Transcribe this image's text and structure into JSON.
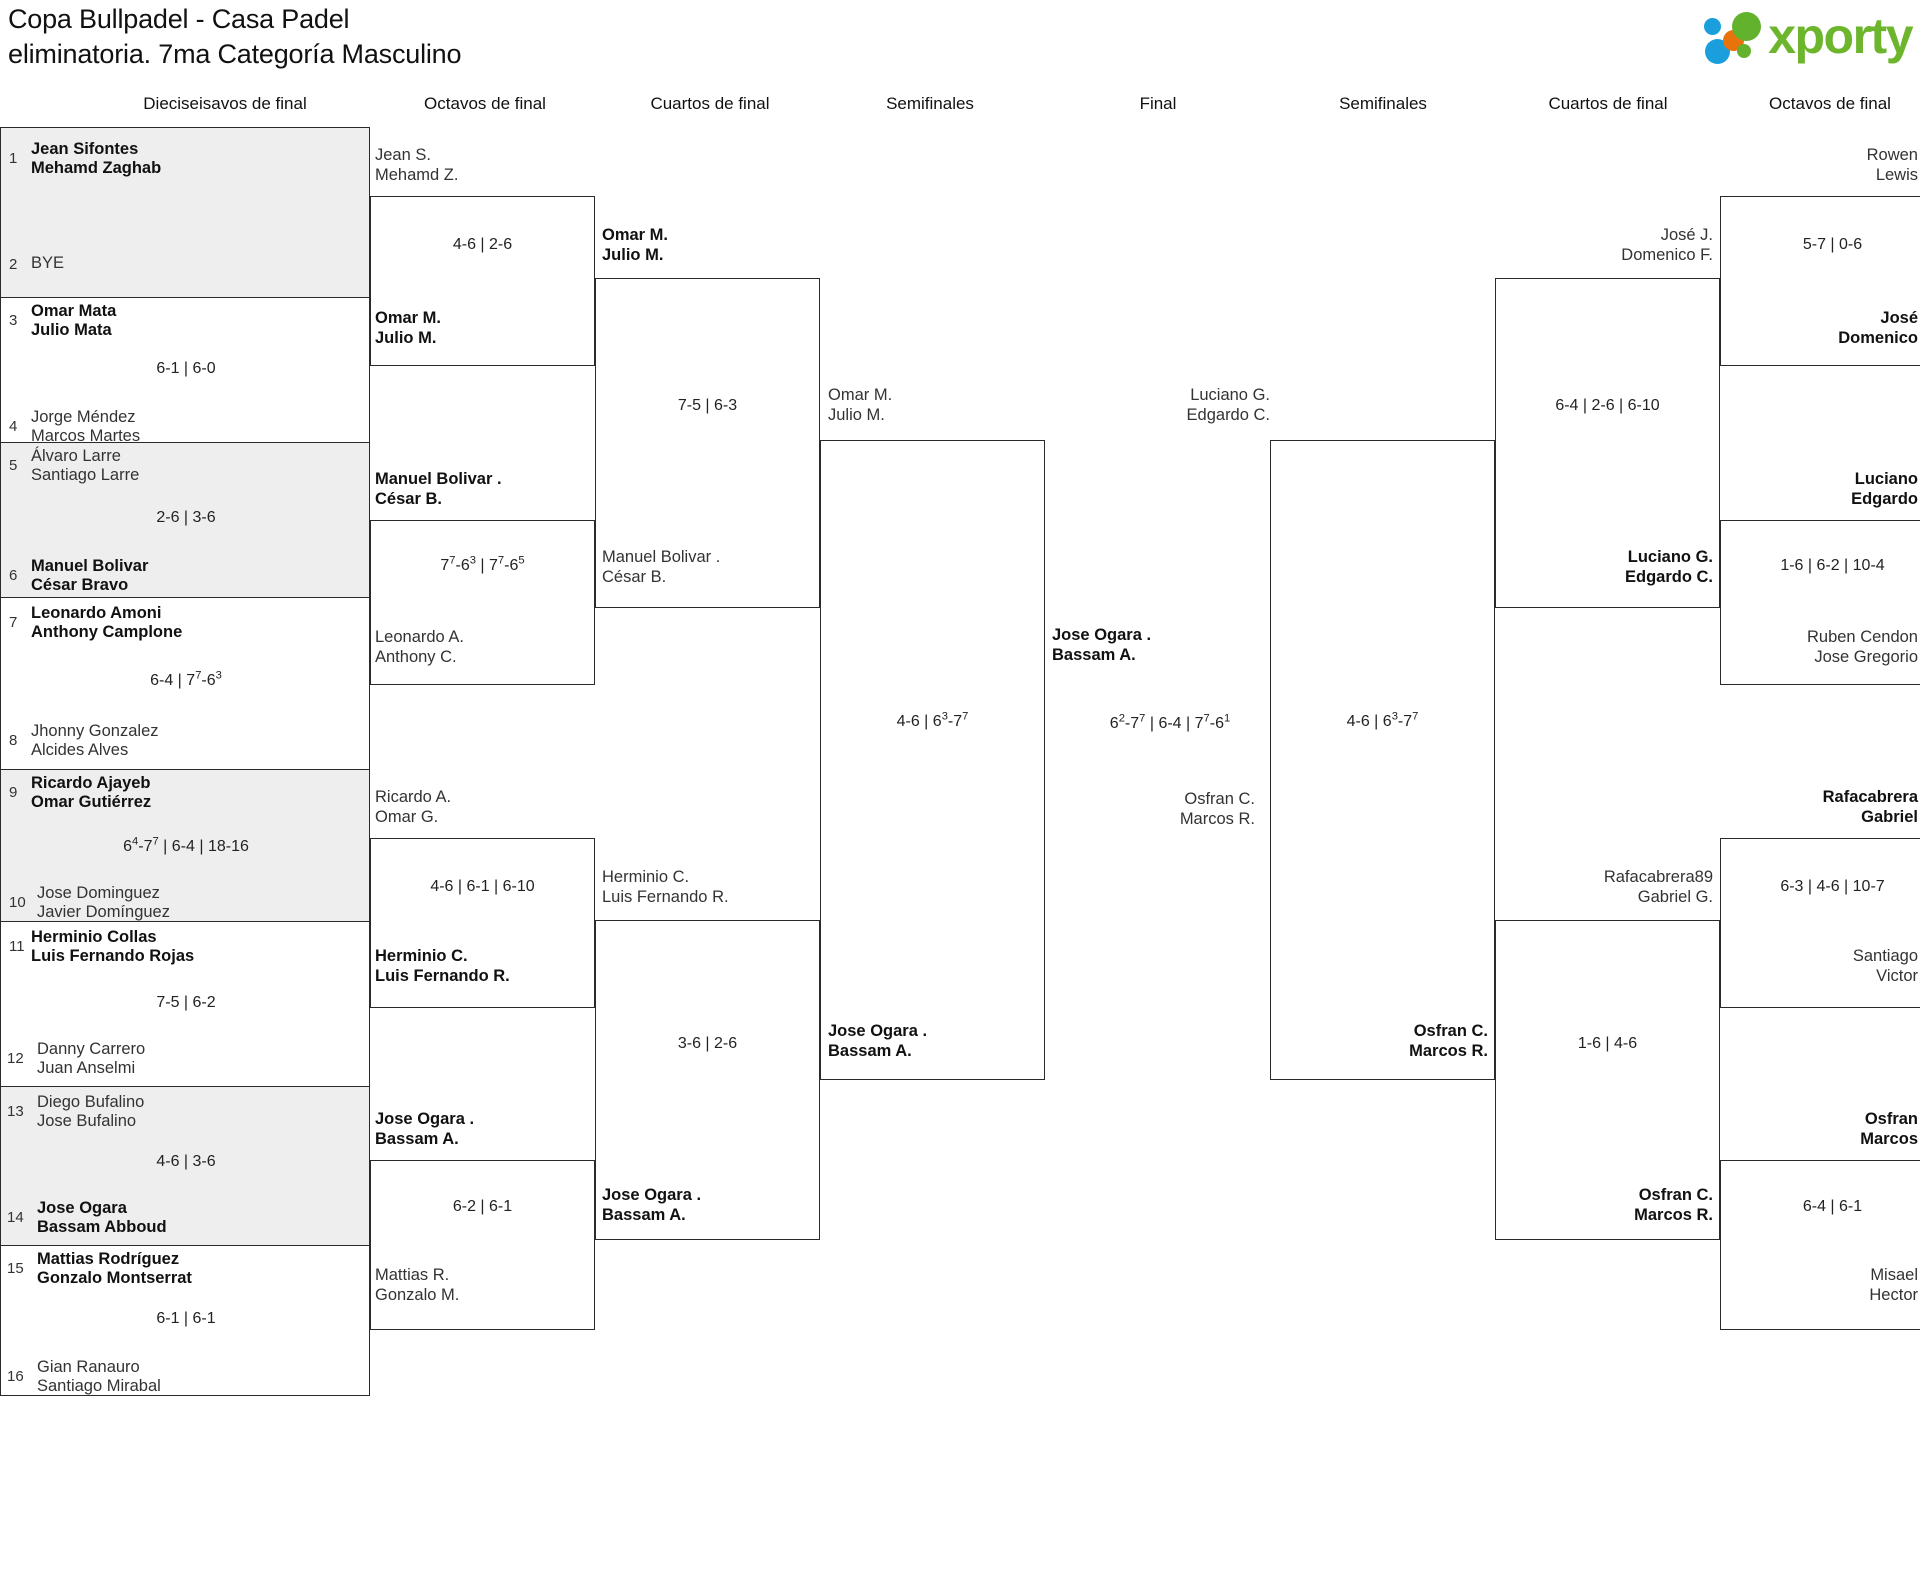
{
  "title": {
    "line1": "Copa Bullpadel - Casa Padel",
    "line2": "eliminatoria. 7ma Categoría Masculino"
  },
  "brand": {
    "name": "xporty",
    "green": "#6cb52d",
    "blue": "#1a9fdc",
    "orange": "#e8720c"
  },
  "round_headers": [
    {
      "label": "Dieciseisavos de final",
      "side": "left"
    },
    {
      "label": "Octavos de final",
      "side": "left"
    },
    {
      "label": "Cuartos de final",
      "side": "left"
    },
    {
      "label": "Semifinales",
      "side": "left"
    },
    {
      "label": "Final",
      "side": "center"
    },
    {
      "label": "Semifinales",
      "side": "right"
    },
    {
      "label": "Cuartos de final",
      "side": "right"
    },
    {
      "label": "Octavos de final",
      "side": "right"
    }
  ],
  "r16_left": [
    {
      "seed": "1",
      "p1": "Jean Sifontes",
      "p2": "Mehamd Zaghab",
      "winner": true
    },
    {
      "seed": "2",
      "p1": "BYE",
      "p2": "",
      "winner": false
    },
    {
      "seed": "3",
      "p1": "Omar Mata",
      "p2": "Julio Mata",
      "winner": true
    },
    {
      "seed": "4",
      "p1": "Jorge Méndez",
      "p2": "Marcos Martes",
      "winner": false
    },
    {
      "seed": "5",
      "p1": "Álvaro Larre",
      "p2": "Santiago Larre",
      "winner": false
    },
    {
      "seed": "6",
      "p1": "Manuel Bolivar",
      "p2": "César Bravo",
      "winner": true
    },
    {
      "seed": "7",
      "p1": "Leonardo Amoni",
      "p2": "Anthony Camplone",
      "winner": true
    },
    {
      "seed": "8",
      "p1": "Jhonny Gonzalez",
      "p2": "Alcides Alves",
      "winner": false
    },
    {
      "seed": "9",
      "p1": "Ricardo Ajayeb",
      "p2": "Omar Gutiérrez",
      "winner": true
    },
    {
      "seed": "10",
      "p1": "Jose Dominguez",
      "p2": "Javier Domínguez",
      "winner": false
    },
    {
      "seed": "11",
      "p1": "Herminio Collas",
      "p2": "Luis Fernando Rojas",
      "winner": true
    },
    {
      "seed": "12",
      "p1": "Danny Carrero",
      "p2": "Juan Anselmi",
      "winner": false
    },
    {
      "seed": "13",
      "p1": "Diego Bufalino",
      "p2": "Jose Bufalino",
      "winner": false
    },
    {
      "seed": "14",
      "p1": "Jose Ogara",
      "p2": "Bassam Abboud",
      "winner": true
    },
    {
      "seed": "15",
      "p1": "Mattias Rodríguez",
      "p2": "Gonzalo Montserrat",
      "winner": true
    },
    {
      "seed": "16",
      "p1": "Gian Ranauro",
      "p2": "Santiago Mirabal",
      "winner": false
    }
  ],
  "r16_left_scores": [
    {
      "pair": "1-2",
      "score": ""
    },
    {
      "pair": "3-4",
      "score": "6-1 | 6-0"
    },
    {
      "pair": "5-6",
      "score": "2-6 | 3-6"
    },
    {
      "pair": "7-8",
      "score": "6-4 | 7⁷-6³"
    },
    {
      "pair": "9-10",
      "score": "6⁴-7⁷ | 6-4 | 18-16"
    },
    {
      "pair": "11-12",
      "score": "7-5 | 6-2"
    },
    {
      "pair": "13-14",
      "score": "4-6 | 3-6"
    },
    {
      "pair": "15-16",
      "score": "6-1 | 6-1"
    }
  ],
  "octavos_left": [
    {
      "top_p1": "Jean S.",
      "top_p2": "Mehamd Z.",
      "top_win": false,
      "bot_p1": "Omar M.",
      "bot_p2": "Julio M.",
      "bot_win": true,
      "score": "4-6 | 2-6"
    },
    {
      "top_p1": "Manuel Bolivar .",
      "top_p2": "César B.",
      "top_win": true,
      "bot_p1": "Leonardo A.",
      "bot_p2": "Anthony C.",
      "bot_win": false,
      "score": "7⁷-6³ | 7⁷-6⁵"
    },
    {
      "top_p1": "Ricardo A.",
      "top_p2": "Omar G.",
      "top_win": false,
      "bot_p1": "Herminio C.",
      "bot_p2": "Luis Fernando R.",
      "bot_win": true,
      "score": "4-6 | 6-1 | 6-10"
    },
    {
      "top_p1": "Jose Ogara .",
      "top_p2": "Bassam A.",
      "top_win": true,
      "bot_p1": "Mattias R.",
      "bot_p2": "Gonzalo M.",
      "bot_win": false,
      "score": "6-2 | 6-1"
    }
  ],
  "cuartos_left": [
    {
      "top_p1": "Omar M.",
      "top_p2": "Julio M.",
      "top_win": true,
      "bot_p1": "Manuel Bolivar .",
      "bot_p2": "César B.",
      "bot_win": false,
      "score": "7-5 | 6-3"
    },
    {
      "top_p1": "Herminio C.",
      "top_p2": "Luis Fernando R.",
      "top_win": false,
      "bot_p1": "Jose Ogara .",
      "bot_p2": "Bassam A.",
      "bot_win": true,
      "score": "3-6 | 2-6"
    }
  ],
  "semi_left": {
    "top_p1": "Omar M.",
    "top_p2": "Julio M.",
    "top_win": false,
    "bot_p1": "Jose Ogara .",
    "bot_p2": "Bassam A.",
    "bot_win": true,
    "score": "4-6 | 6³-7⁷"
  },
  "final": {
    "top_p1": "Jose Ogara .",
    "top_p2": "Bassam A.",
    "top_win": true,
    "bot_p1": "Osfran C.",
    "bot_p2": "Marcos R.",
    "bot_win": false,
    "score": "6²-7⁷ | 6-4 | 7⁷-6¹"
  },
  "semi_right": {
    "top_p1": "Luciano G.",
    "top_p2": "Edgardo C.",
    "top_win": false,
    "bot_p1": "Osfran C.",
    "bot_p2": "Marcos R.",
    "bot_win": true,
    "score": "4-6 | 6³-7⁷"
  },
  "cuartos_right": [
    {
      "top_p1": "José J.",
      "top_p2": "Domenico F.",
      "top_win": false,
      "bot_p1": "Luciano G.",
      "bot_p2": "Edgardo C.",
      "bot_win": true,
      "score": "6-4 | 2-6 | 6-10"
    },
    {
      "top_p1": "Rafacabrera89",
      "top_p2": "Gabriel G.",
      "top_win": false,
      "bot_p1": "Osfran C.",
      "bot_p2": "Marcos R.",
      "bot_win": true,
      "score": "1-6 | 4-6"
    }
  ],
  "octavos_right": [
    {
      "top_p1": "Rowen",
      "top_p2": "Lewis",
      "top_win": false,
      "bot_p1": "José",
      "bot_p2": "Domenico",
      "bot_win": true,
      "score": "5-7 | 0-6"
    },
    {
      "top_p1": "Luciano",
      "top_p2": "Edgardo",
      "top_win": true,
      "bot_p1": "Ruben Cendon",
      "bot_p2": "Jose Gregorio",
      "bot_win": false,
      "score": "1-6 | 6-2 | 10-4"
    },
    {
      "top_p1": "Rafacabrera",
      "top_p2": "Gabriel",
      "top_win": true,
      "bot_p1": "Santiago",
      "bot_p2": "Victor",
      "bot_win": false,
      "score": "6-3 | 4-6 | 10-7"
    },
    {
      "top_p1": "Osfran",
      "top_p2": "Marcos",
      "top_win": true,
      "bot_p1": "Misael",
      "bot_p2": "Hector",
      "bot_win": false,
      "score": "6-4 | 6-1"
    }
  ]
}
